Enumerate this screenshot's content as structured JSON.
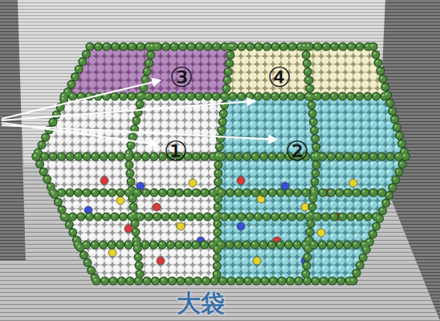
{
  "diagram": {
    "labels": [
      "③",
      "④",
      "①",
      "②",
      "大袋"
    ]
  }
}
